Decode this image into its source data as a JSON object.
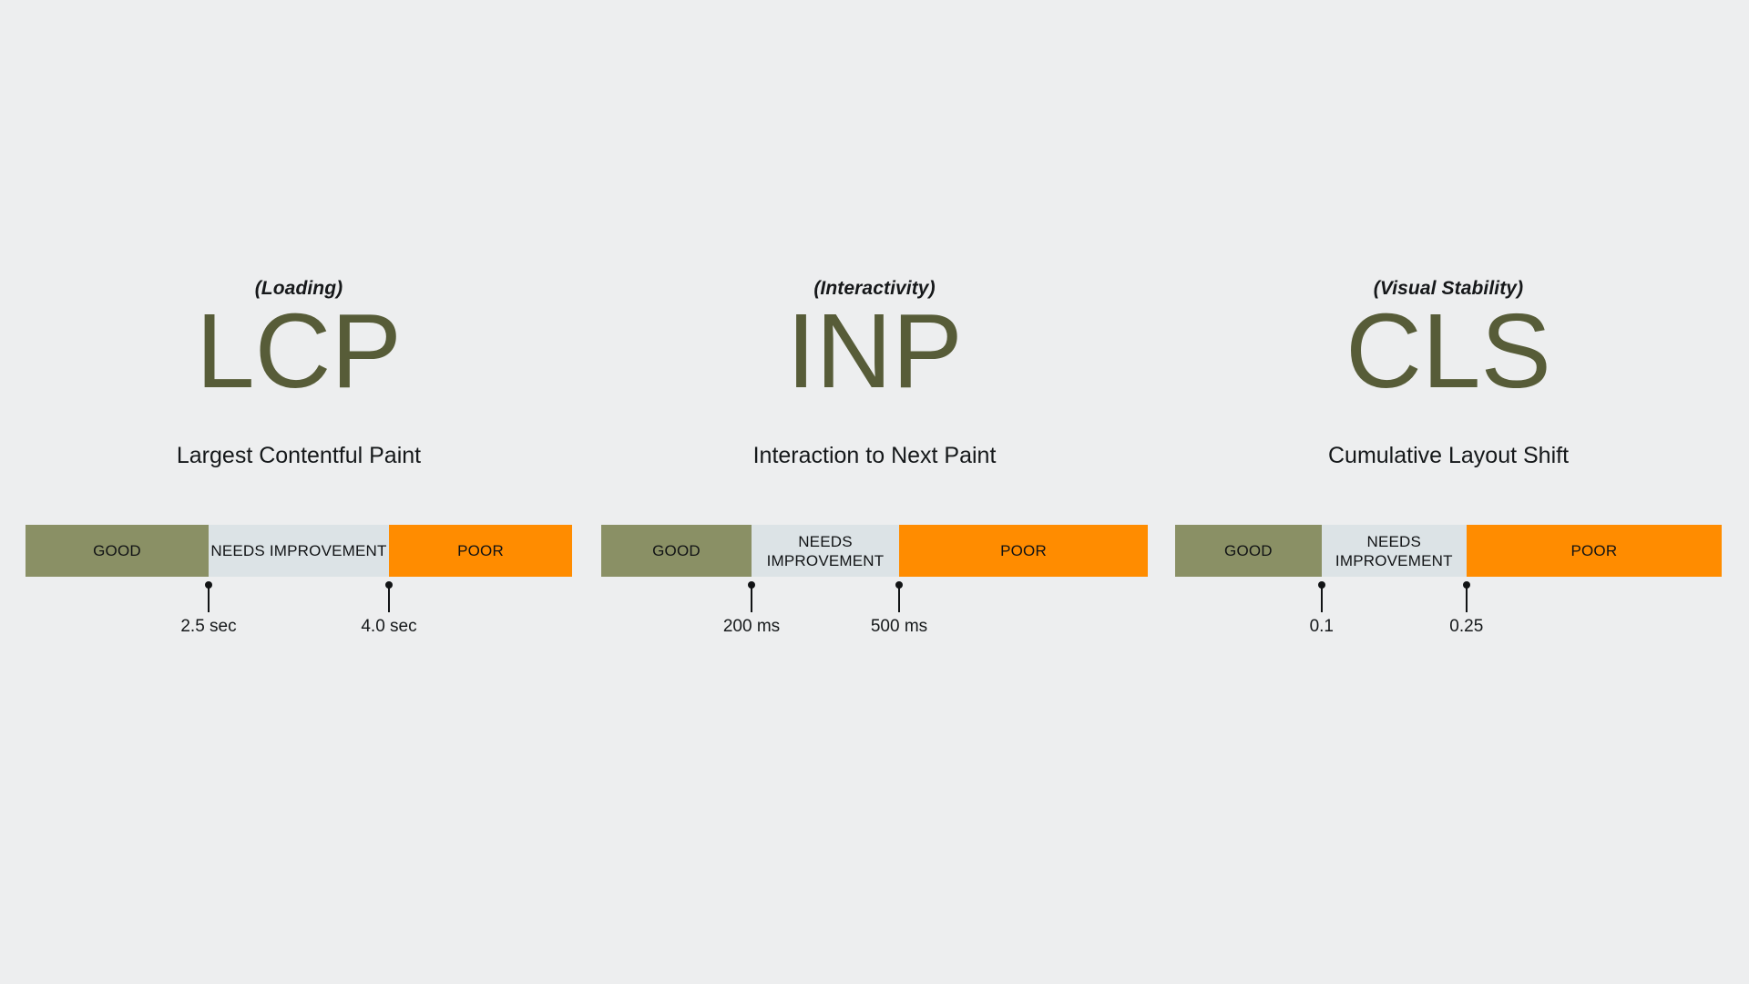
{
  "page": {
    "background_color": "#edeeef",
    "accent_color": "#575c38",
    "good_color": "#8a9065",
    "needs_improvement_color": "#dce3e6",
    "poor_color": "#ff8c00"
  },
  "metrics": [
    {
      "category": "(Loading)",
      "acronym": "LCP",
      "full_name": "Largest Contentful Paint",
      "segments": [
        {
          "label": "GOOD",
          "width_pct": 33.5
        },
        {
          "label": "NEEDS IMPROVEMENT",
          "width_pct": 33.0
        },
        {
          "label": "POOR",
          "width_pct": 33.5
        }
      ],
      "thresholds": [
        {
          "value": "2.5 sec",
          "position_pct": 33.5
        },
        {
          "value": "4.0 sec",
          "position_pct": 66.5
        }
      ]
    },
    {
      "category": "(Interactivity)",
      "acronym": "INP",
      "full_name": "Interaction to Next Paint",
      "segments": [
        {
          "label": "GOOD",
          "width_pct": 27.5
        },
        {
          "label": "NEEDS IMPROVEMENT",
          "width_pct": 27.0
        },
        {
          "label": "POOR",
          "width_pct": 45.5
        }
      ],
      "thresholds": [
        {
          "value": "200 ms",
          "position_pct": 27.5
        },
        {
          "value": "500 ms",
          "position_pct": 54.5
        }
      ]
    },
    {
      "category": "(Visual Stability)",
      "acronym": "CLS",
      "full_name": "Cumulative Layout Shift",
      "segments": [
        {
          "label": "GOOD",
          "width_pct": 26.8
        },
        {
          "label": "NEEDS IMPROVEMENT",
          "width_pct": 26.5
        },
        {
          "label": "POOR",
          "width_pct": 46.7
        }
      ],
      "thresholds": [
        {
          "value": "0.1",
          "position_pct": 26.8
        },
        {
          "value": "0.25",
          "position_pct": 53.3
        }
      ]
    }
  ],
  "chart_data": {
    "type": "bar",
    "title": "",
    "categories": [
      "LCP",
      "INP",
      "CLS"
    ],
    "series": [
      {
        "name": "GOOD",
        "values": [
          "0 - 2.5 sec",
          "0 - 200 ms",
          "0 - 0.1"
        ]
      },
      {
        "name": "NEEDS IMPROVEMENT",
        "values": [
          "2.5 - 4.0 sec",
          "200 - 500 ms",
          "0.1 - 0.25"
        ]
      },
      {
        "name": "POOR",
        "values": [
          "> 4.0 sec",
          "> 500 ms",
          "> 0.25"
        ]
      }
    ],
    "legend": [
      "GOOD",
      "NEEDS IMPROVEMENT",
      "POOR"
    ],
    "grid": false
  }
}
